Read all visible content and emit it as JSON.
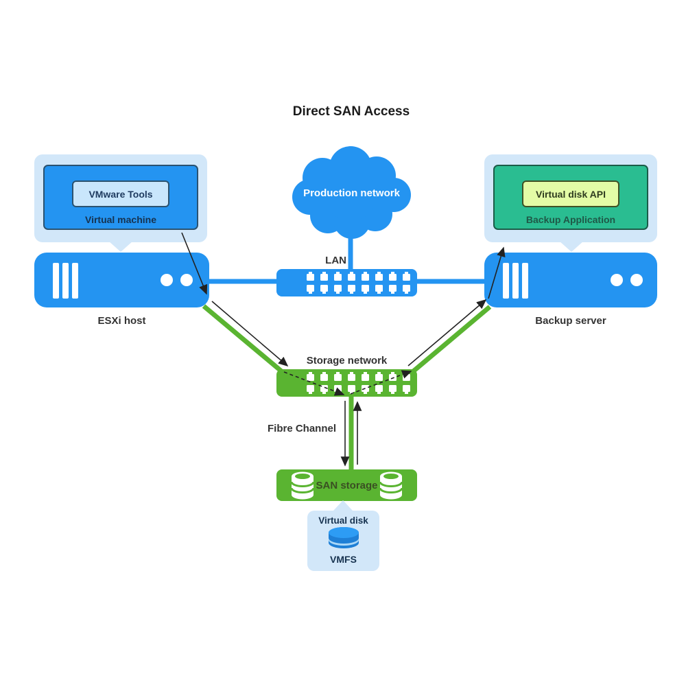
{
  "title": "Direct SAN Access",
  "colors": {
    "blue": "#2494F1",
    "green": "#5AB431",
    "teal": "#2ABD91",
    "light_blue": "#D2E7F9",
    "box_blue": "#C9E6FC",
    "box_green": "#E3FCA6",
    "line_dark": "#222222"
  },
  "esxi": {
    "tools_label": "VMware Tools",
    "screen_label": "Virtual machine",
    "host_label": "ESXi host"
  },
  "backup": {
    "api_label": "Virtual disk API",
    "screen_label": "Backup Application",
    "server_label": "Backup server"
  },
  "network": {
    "cloud_label": "Production network",
    "lan_label": "LAN",
    "storage_label": "Storage network",
    "fibre_label": "Fibre Channel"
  },
  "storage": {
    "san_label": "SAN storage",
    "disk_label": "Virtual disk",
    "fs_label": "VMFS"
  },
  "icons": [
    "cloud-icon",
    "rj45-port-icon",
    "drive-slot-icon",
    "led-icon",
    "database-icon",
    "disk-icon"
  ]
}
